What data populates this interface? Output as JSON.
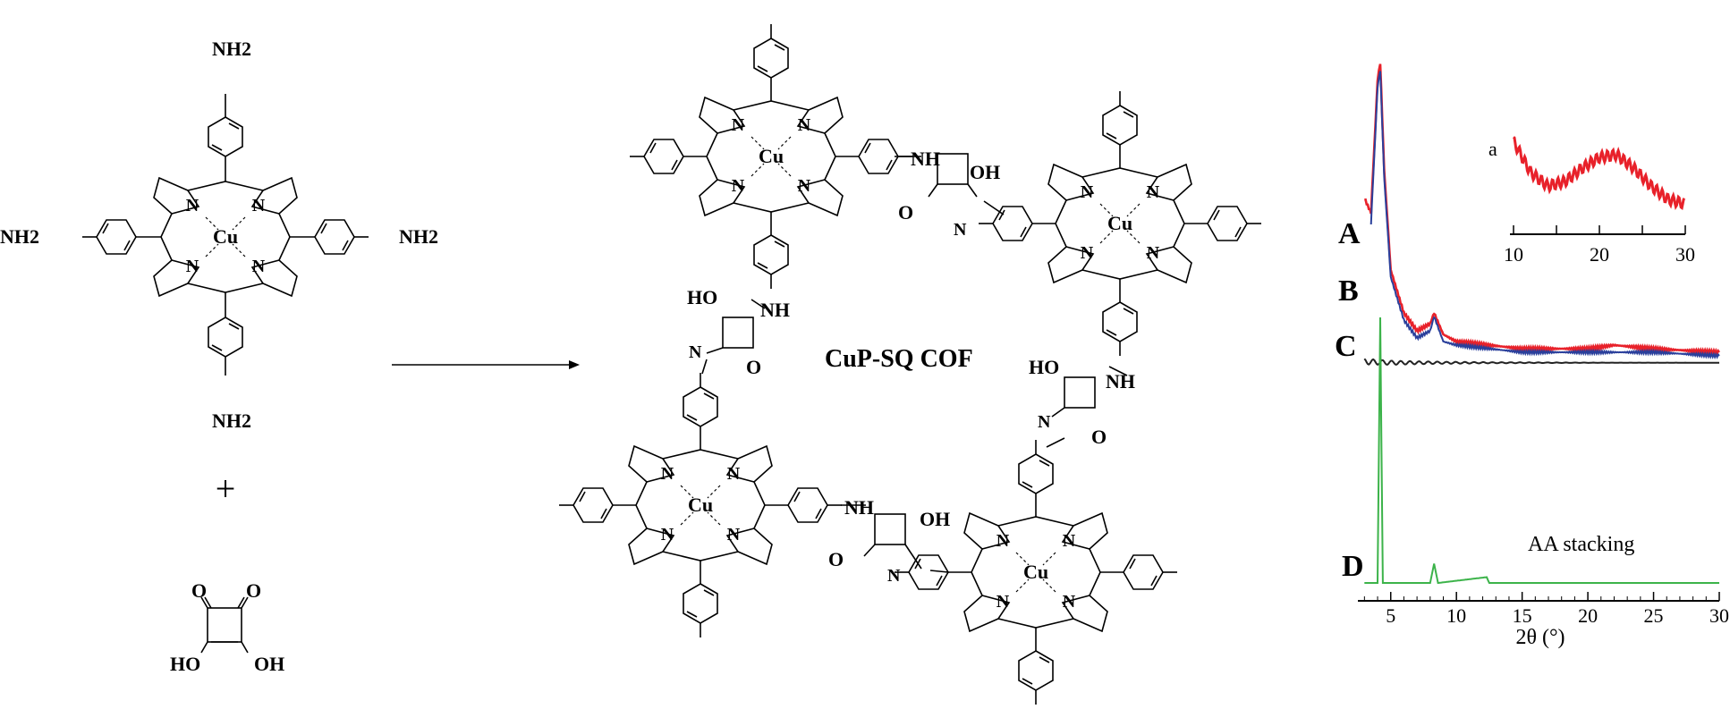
{
  "diagram": {
    "precursor": {
      "amine_groups": [
        "NH2",
        "NH2",
        "NH2",
        "NH2"
      ],
      "metal": "Cu",
      "nitrogens": [
        "N",
        "N",
        "N",
        "N"
      ],
      "plus_sign": "+"
    },
    "squaric_acid": {
      "oxygens": [
        "O",
        "O"
      ],
      "hydroxyls": [
        "HO",
        "OH"
      ]
    },
    "cof": {
      "name": "CuP-SQ COF",
      "metal": "Cu",
      "nitrogen": "N",
      "linker_labels": {
        "nh": "NH",
        "oh": "OH",
        "ho": "HO",
        "o": "O",
        "n": "N"
      }
    }
  },
  "xrd_plot": {
    "curve_labels": [
      "A",
      "B",
      "C",
      "D"
    ],
    "stacking_label": "AA stacking",
    "xlabel": "2θ (°)",
    "x_ticks": [
      "5",
      "10",
      "15",
      "20",
      "25",
      "30"
    ],
    "inset": {
      "label": "a",
      "x_ticks": [
        "10",
        "20",
        "30"
      ]
    },
    "colors": {
      "A": "#e8212a",
      "B": "#2a3f9b",
      "C": "#222222",
      "D": "#3cb34a"
    }
  },
  "chart_data": {
    "type": "line",
    "title": "",
    "xlabel": "2θ (°)",
    "ylabel": "",
    "xlim": [
      2.5,
      30
    ],
    "x_ticks": [
      5,
      10,
      15,
      20,
      25,
      30
    ],
    "series": [
      {
        "name": "A",
        "x": [
          3,
          3.5,
          4,
          4.2,
          4.5,
          5,
          6,
          7,
          8,
          8.3,
          9,
          10,
          15,
          20,
          22,
          25,
          30
        ],
        "y": [
          0.62,
          0.58,
          0.95,
          1.0,
          0.7,
          0.42,
          0.3,
          0.25,
          0.27,
          0.3,
          0.24,
          0.22,
          0.2,
          0.2,
          0.21,
          0.2,
          0.19
        ]
      },
      {
        "name": "B",
        "x": [
          3.5,
          4,
          4.2,
          4.5,
          5,
          6,
          7,
          8,
          8.3,
          9,
          10,
          15,
          20,
          25,
          30
        ],
        "y": [
          0.55,
          0.93,
          0.98,
          0.68,
          0.4,
          0.28,
          0.23,
          0.25,
          0.29,
          0.22,
          0.21,
          0.19,
          0.19,
          0.19,
          0.18
        ]
      },
      {
        "name": "C",
        "x": [
          3,
          5,
          10,
          15,
          20,
          25,
          30
        ],
        "y": [
          0.12,
          0.11,
          0.11,
          0.11,
          0.11,
          0.11,
          0.11
        ]
      },
      {
        "name": "D",
        "x": [
          3,
          4,
          4.2,
          4.4,
          5,
          8,
          8.3,
          8.6,
          12.3,
          12.5,
          15,
          20,
          25,
          30
        ],
        "y": [
          0.0,
          0.0,
          0.55,
          0.0,
          0.0,
          0.0,
          0.04,
          0.0,
          0.012,
          0.0,
          0.0,
          0.0,
          0.0,
          0.0
        ]
      }
    ],
    "inset": {
      "label": "a",
      "xlim": [
        10,
        30
      ],
      "x_ticks": [
        10,
        20,
        30
      ],
      "x": [
        10,
        12,
        14,
        16,
        18,
        20,
        22,
        24,
        26,
        28,
        30
      ],
      "y": [
        0.9,
        0.55,
        0.4,
        0.45,
        0.6,
        0.72,
        0.75,
        0.6,
        0.4,
        0.25,
        0.2
      ]
    }
  }
}
